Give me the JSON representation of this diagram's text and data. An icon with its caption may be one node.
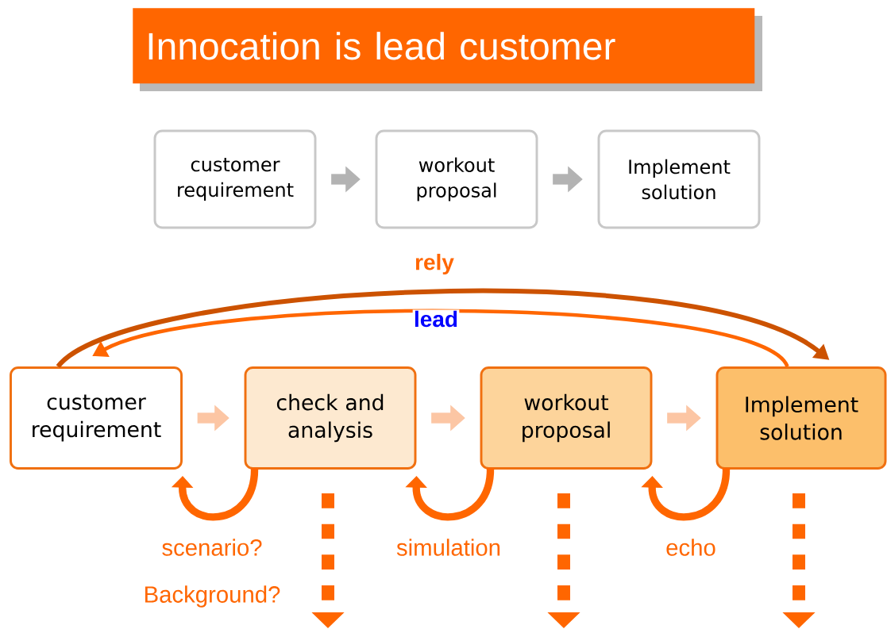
{
  "diagram": {
    "title": "Innocation is lead customer",
    "nodes": [
      {
        "text": [
          "customer requirement"
        ]
      },
      {
        "text": [
          "workout proposal"
        ]
      },
      {
        "text": [
          "Implement solution"
        ]
      },
      {
        "text": [
          "customer requirement"
        ]
      },
      {
        "text": [
          "check and analysis"
        ]
      },
      {
        "text": [
          "workout proposal"
        ]
      },
      {
        "text": [
          "Implement solution"
        ]
      }
    ],
    "edges": [
      {
        "from": 0,
        "to": 1,
        "arrow": "to",
        "color": "#b3b3b3"
      },
      {
        "from": 1,
        "to": 2,
        "arrow": "to",
        "color": "#b3b3b3"
      },
      {
        "from": 3,
        "to": 4,
        "arrow": "to",
        "color": "#fcc6a4"
      },
      {
        "from": 4,
        "to": 5,
        "arrow": "to",
        "color": "#fcc6a4"
      },
      {
        "from": 5,
        "to": 6,
        "arrow": "to",
        "color": "#fcc6a4"
      },
      {
        "from": 3,
        "to": 6,
        "arrow": "to",
        "label": "rely",
        "color": "#cc5200"
      },
      {
        "from": 6,
        "to": 3,
        "arrow": "to",
        "label": "lead"
      },
      {
        "from": 4,
        "to": 3,
        "arrow": "to",
        "label": "scenario?"
      },
      {
        "from": 5,
        "to": 4,
        "arrow": "to",
        "label": "simulation"
      },
      {
        "from": 6,
        "to": 5,
        "arrow": "to",
        "label": "echo"
      },
      {
        "from": 4,
        "to": null,
        "arrow": "to",
        "style": "dashed"
      },
      {
        "from": 5,
        "to": null,
        "arrow": "to",
        "style": "dashed"
      },
      {
        "from": 6,
        "to": null,
        "arrow": "to",
        "style": "dashed"
      }
    ],
    "labels": [
      "Background?"
    ]
  }
}
